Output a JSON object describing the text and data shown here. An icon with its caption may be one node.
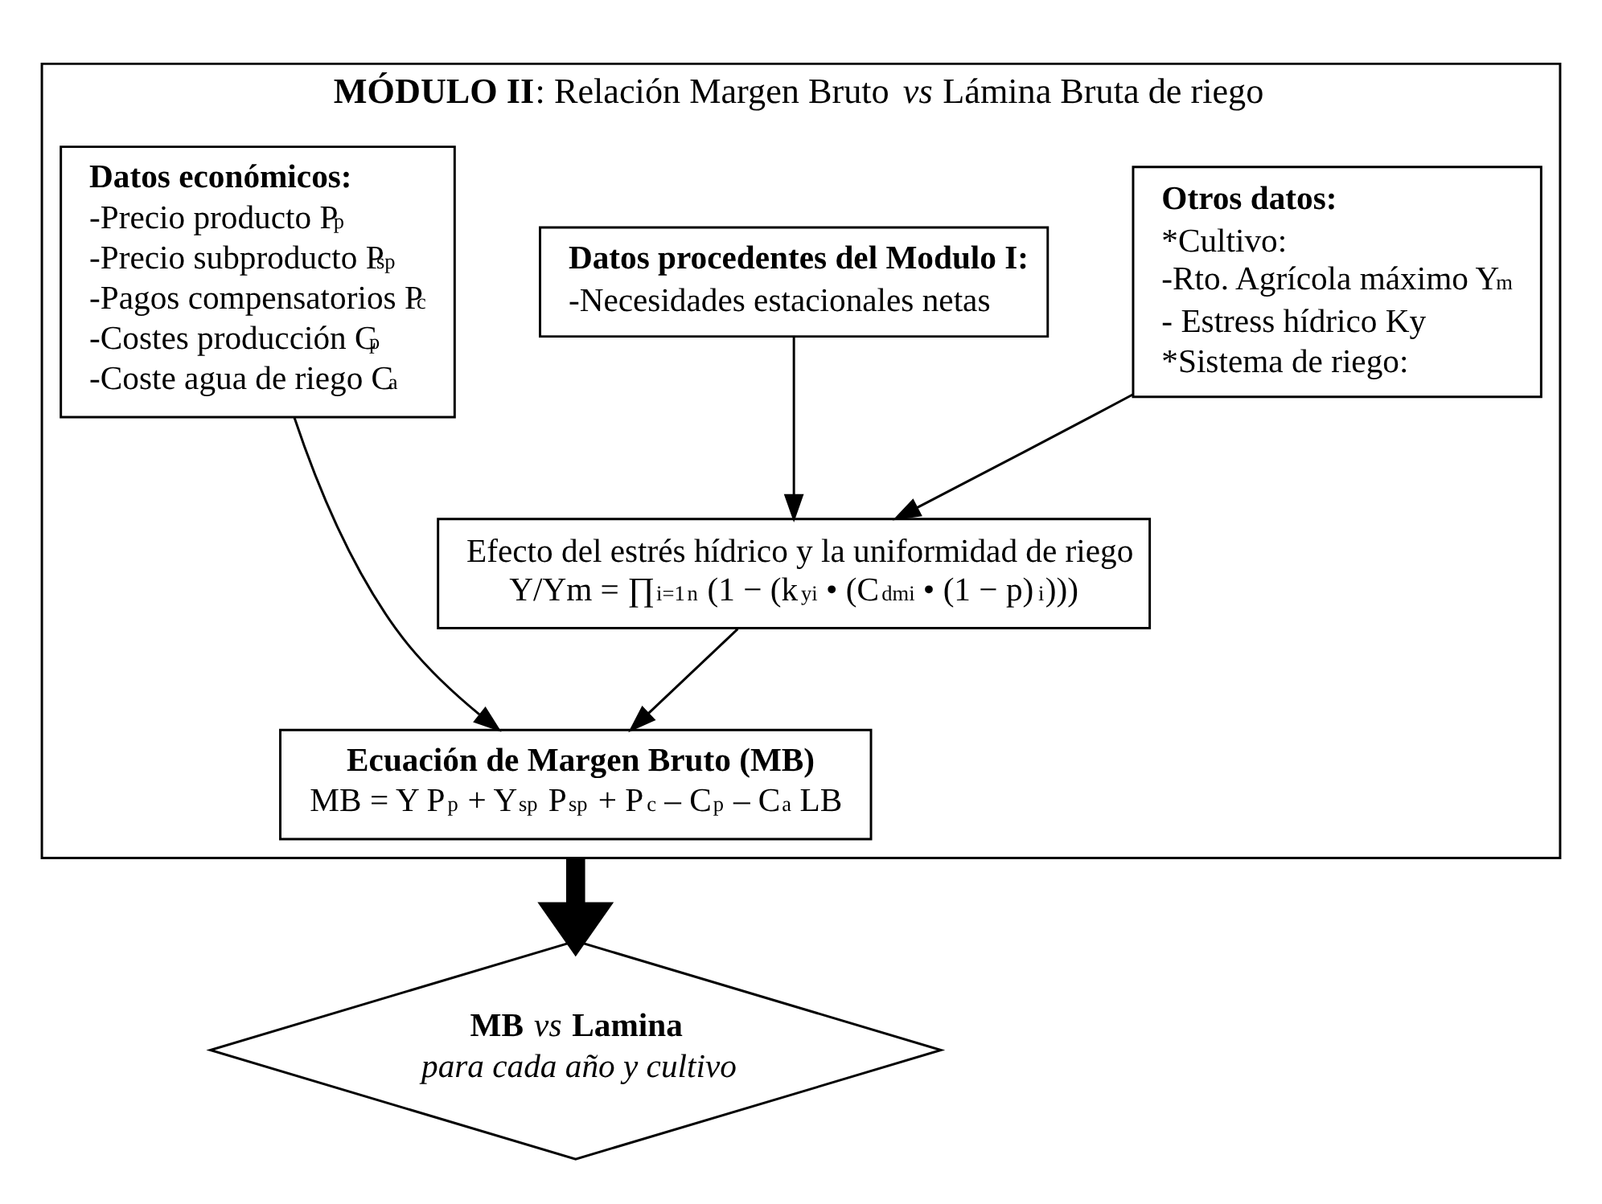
{
  "diagram": {
    "nodes": [
      {
        "text": [
          "**MÓDULO II**: Relación Margen Bruto *vs* Lámina Bruta de riego"
        ]
      },
      {
        "text": [
          "Datos económicos:",
          "-Precio producto P$_{p}$",
          "-Precio subproducto P$_{sp}$",
          "-Pagos compensatorios P$_{c}$",
          "-Costes producción C$_{p}$",
          "-Coste agua de riego C$_{a}$"
        ],
        "in": 0
      },
      {
        "text": [
          "Datos procedentes del Modulo I:",
          "-Necesidades estacionales netas"
        ],
        "in": 0
      },
      {
        "text": [
          "Otros datos:",
          "*Cultivo:",
          "-Rto. Agrícola máximo Y$_{m}$",
          "- Estress hídrico Ky",
          "*Sistema de riego:"
        ],
        "in": 0
      },
      {
        "text": [
          "Efecto del estrés hídrico y la uniformidad de riego",
          "Y/Ym = ∏$_{i=1}$$^{n}$ (1 − (k$_{yi}$ • (C$_{dmi}$ • (1 − p)$_{i}$)))"
        ],
        "in": 0
      },
      {
        "text": [
          "Ecuación de Margen Bruto (MB)",
          "MB = Y P$_{p}$ + Y$_{sp}$ P$_{sp}$ + P$_{c}$ – C$_{p}$ – C$_{a}$ LB"
        ],
        "in": 0
      },
      {
        "text": [
          "**MB** *vs* **Lamina**",
          "para cada año y cultivo"
        ]
      }
    ],
    "edges": [
      {
        "from": 1,
        "to": 5,
        "arrow": "to"
      },
      {
        "from": 2,
        "to": 4,
        "arrow": "to"
      },
      {
        "from": 3,
        "to": 4,
        "arrow": "to"
      },
      {
        "from": 4,
        "to": 5,
        "arrow": "to"
      },
      {
        "from": 0,
        "to": 6,
        "arrow": "to",
        "style": "thick"
      }
    ]
  }
}
